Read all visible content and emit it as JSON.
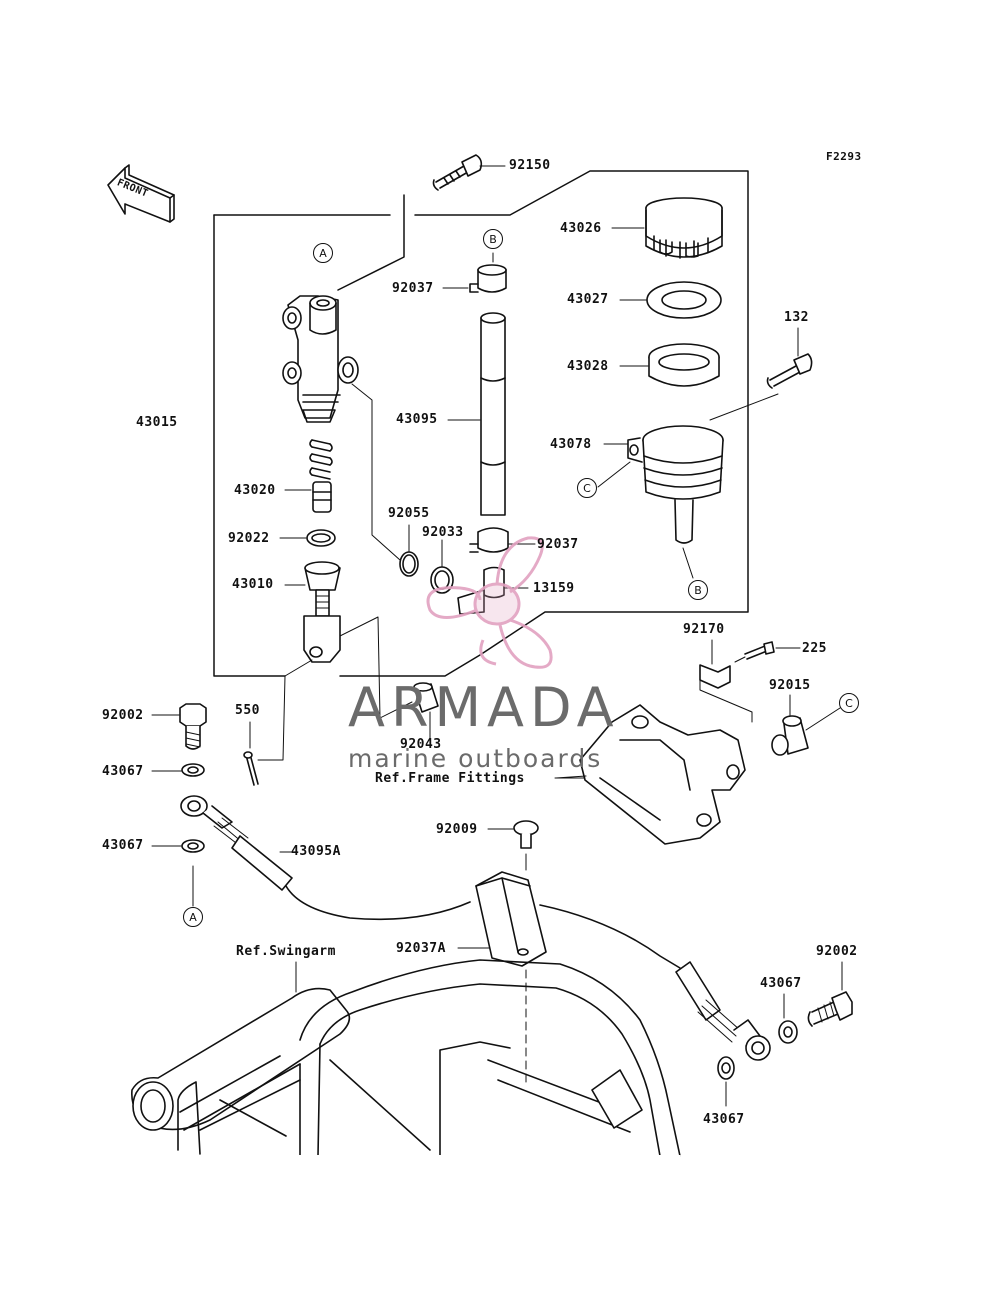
{
  "figure_code": "F2293",
  "front_label": "FRONT",
  "parts": {
    "p92150": "92150",
    "p43026": "43026",
    "p92037_top": "92037",
    "p43027": "43027",
    "p132": "132",
    "p43028": "43028",
    "p43015": "43015",
    "p43095": "43095",
    "p43078": "43078",
    "p43020": "43020",
    "p92055": "92055",
    "p92033": "92033",
    "p92037_mid": "92037",
    "p92022": "92022",
    "p43010": "43010",
    "p13159": "13159",
    "p92170": "92170",
    "p225": "225",
    "p92002_left": "92002",
    "p550": "550",
    "p92015": "92015",
    "p92043": "92043",
    "p43067_a": "43067",
    "p43067_b": "43067",
    "p43095A": "43095A",
    "p92009": "92009",
    "p92037A": "92037A",
    "p92002_right": "92002",
    "p43067_c": "43067",
    "p43067_d": "43067"
  },
  "references": {
    "frame": "Ref.Frame Fittings",
    "swingarm": "Ref.Swingarm"
  },
  "callouts": {
    "a_top": "A",
    "b_top": "B",
    "c_left": "C",
    "b_bottom": "B",
    "c_right": "C",
    "a_bottom": "A"
  },
  "watermark": {
    "brand": "ARMADA",
    "tagline": "marine outboards",
    "logo_color": "#e2a1c0",
    "text_color": "#6b6b6b"
  }
}
